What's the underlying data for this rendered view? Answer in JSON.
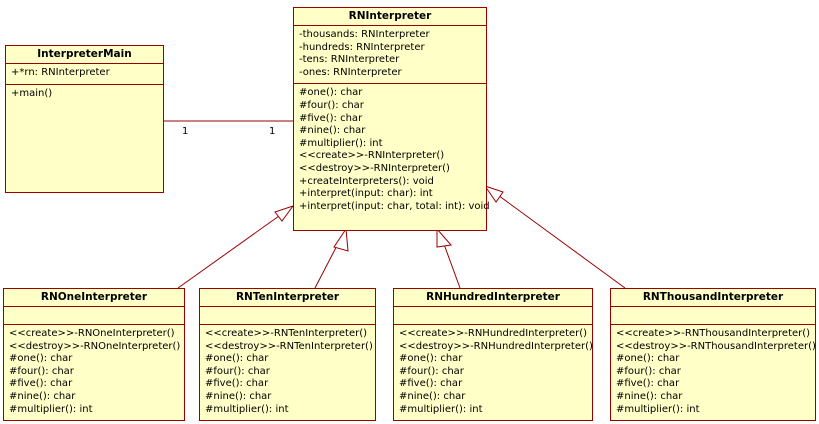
{
  "classes": {
    "interpreter_main": {
      "name": "InterpreterMain",
      "attributes": [
        "+*rn: RNInterpreter"
      ],
      "operations": [
        "+main()"
      ]
    },
    "rn_interpreter": {
      "name": "RNInterpreter",
      "attributes": [
        "-thousands: RNInterpreter",
        "-hundreds: RNInterpreter",
        "-tens: RNInterpreter",
        "-ones: RNInterpreter"
      ],
      "operations": [
        "#one(): char",
        "#four(): char",
        "#five(): char",
        "#nine(): char",
        "#multiplier(): int",
        "<<create>>-RNInterpreter()",
        "<<destroy>>-RNInterpreter()",
        "+createInterpreters(): void",
        "+interpret(input: char): int",
        "+interpret(input: char, total: int): void"
      ]
    },
    "rn_one": {
      "name": "RNOneInterpreter",
      "attributes": [],
      "operations": [
        "<<create>>-RNOneInterpreter()",
        "<<destroy>>-RNOneInterpreter()",
        "#one(): char",
        "#four(): char",
        "#five(): char",
        "#nine(): char",
        "#multiplier(): int"
      ]
    },
    "rn_ten": {
      "name": "RNTenInterpreter",
      "attributes": [],
      "operations": [
        "<<create>>-RNTenInterpreter()",
        "<<destroy>>-RNTenInterpreter()",
        "#one(): char",
        "#four(): char",
        "#five(): char",
        "#nine(): char",
        "#multiplier(): int"
      ]
    },
    "rn_hundred": {
      "name": "RNHundredInterpreter",
      "attributes": [],
      "operations": [
        "<<create>>-RNHundredInterpreter()",
        "<<destroy>>-RNHundredInterpreter()",
        "#one(): char",
        "#four(): char",
        "#five(): char",
        "#nine(): char",
        "#multiplier(): int"
      ]
    },
    "rn_thousand": {
      "name": "RNThousandInterpreter",
      "attributes": [],
      "operations": [
        "<<create>>-RNThousandInterpreter()",
        "<<destroy>>-RNThousandInterpreter()",
        "#one(): char",
        "#four(): char",
        "#five(): char",
        "#nine(): char",
        "#multiplier(): int"
      ]
    }
  },
  "association": {
    "multiplicity_main": "1",
    "multiplicity_interpreter": "1"
  },
  "colors": {
    "class_fill": "#ffffc8",
    "border": "#990000",
    "line": "#990000"
  }
}
